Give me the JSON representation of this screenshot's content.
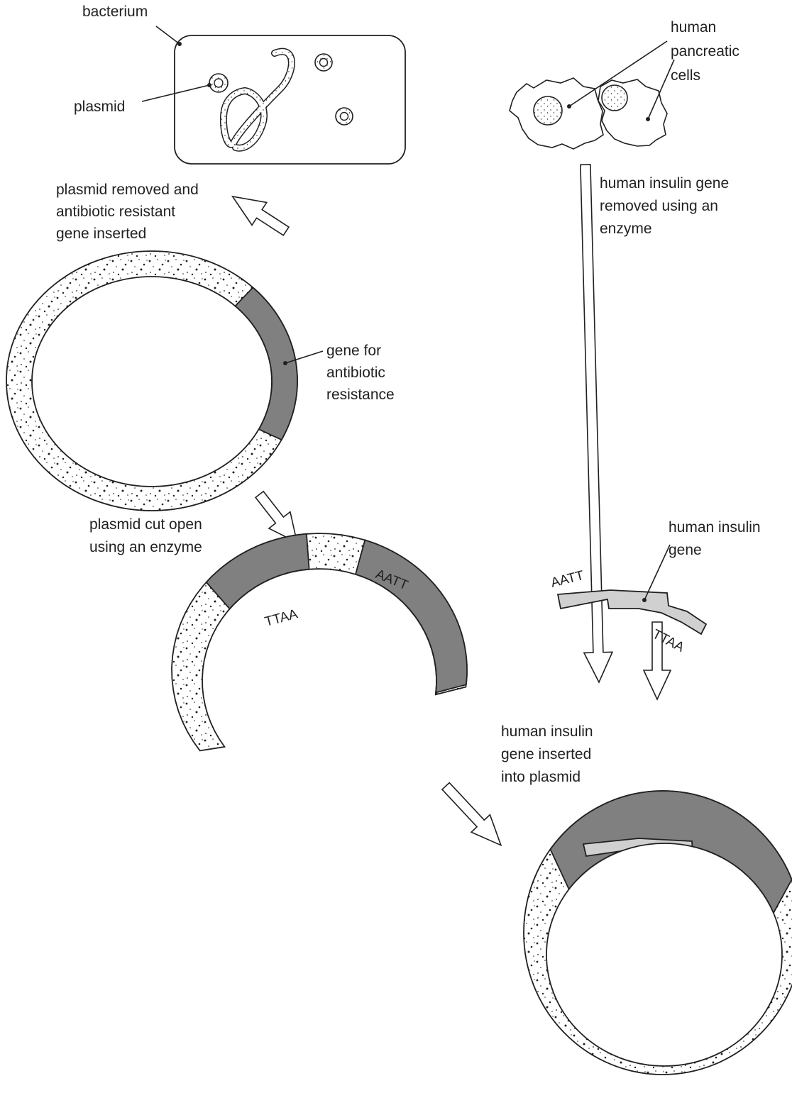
{
  "colors": {
    "outline": "#231f20",
    "antibiotic_gene": "#808080",
    "insulin_gene": "#d0d0d0",
    "plasmid_stipple": "#f2f2f2",
    "background": "#ffffff"
  },
  "labels": {
    "bacterium": "bacterium",
    "plasmid": "plasmid",
    "human": "human",
    "pancreatic": "pancreatic",
    "cells": "cells",
    "plasmid_removed_line1": "plasmid removed and",
    "plasmid_removed_line2": "antibiotic resistant",
    "plasmid_removed_line3": "gene inserted",
    "gene_for": "gene for",
    "antibiotic": "antibiotic",
    "resistance": "resistance",
    "insulin_removed_line1": "human insulin gene",
    "insulin_removed_line2": "removed using an",
    "insulin_removed_line3": "enzyme",
    "cut_open_line1": "plasmid cut open",
    "cut_open_line2": "using an enzyme",
    "insulin_gene_line1": "human insulin",
    "insulin_gene_line2": "gene",
    "inserted_line1": "human insulin",
    "inserted_line2": "gene inserted",
    "inserted_line3": "into plasmid"
  },
  "sticky_ends": {
    "plasmid_left": "TTAA",
    "plasmid_right": "AATT",
    "gene_left": "AATT",
    "gene_right": "TTAA"
  }
}
